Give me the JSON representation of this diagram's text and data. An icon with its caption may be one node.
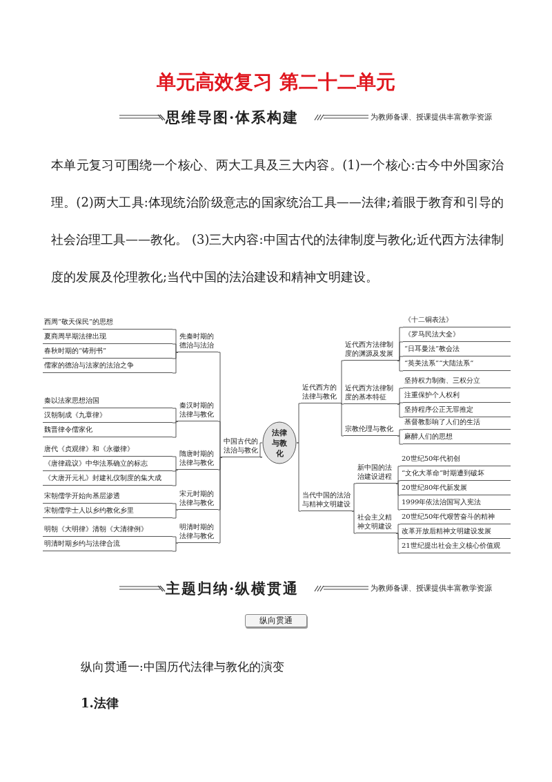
{
  "diagram": {
    "title": "单元高效复习 第二十二单元",
    "nodes": [
      {
        "text": [
          "法律与教化"
        ]
      },
      {
        "text": [
          "中国古代的法治与教化"
        ]
      },
      {
        "text": [
          "先秦时期的德治与法治"
        ]
      },
      {
        "text": [
          "西周“敬天保民”的思想"
        ]
      },
      {
        "text": [
          "夏商周早期法律出现"
        ]
      },
      {
        "text": [
          "春秋时期的“铸刑书”"
        ]
      },
      {
        "text": [
          "儒家的德治与法家的法治之争"
        ]
      },
      {
        "text": [
          "秦汉时期的法律与教化"
        ]
      },
      {
        "text": [
          "秦以法家思想治国"
        ]
      },
      {
        "text": [
          "汉朝制成《九章律》"
        ]
      },
      {
        "text": [
          "魏晋律令儒家化"
        ]
      },
      {
        "text": [
          "隋唐时期的法律与教化"
        ]
      },
      {
        "text": [
          "唐代《贞观律》和《永徽律》"
        ]
      },
      {
        "text": [
          "《唐律疏议》中华法系确立的标志"
        ]
      },
      {
        "text": [
          "《大唐开元礼》封建礼仪制度的集大成"
        ]
      },
      {
        "text": [
          "宋元时期的法律与教化"
        ]
      },
      {
        "text": [
          "宋朝儒学开始向基层渗透"
        ]
      },
      {
        "text": [
          "宋朝儒学士人以乡约教化乡里"
        ]
      },
      {
        "text": [
          "明清时期的法律与教化"
        ]
      },
      {
        "text": [
          "明朝《大明律》清朝《大清律例》"
        ]
      },
      {
        "text": [
          "明清时期乡约与法律合流"
        ]
      },
      {
        "text": [
          "近代西方的法律与教化"
        ]
      },
      {
        "text": [
          "近代西方法律制度的渊源及发展"
        ]
      },
      {
        "text": [
          "《十二铜表法》"
        ]
      },
      {
        "text": [
          "《罗马民法大全》"
        ]
      },
      {
        "text": [
          "“日耳曼法”教会法"
        ]
      },
      {
        "text": [
          "“英美法系”“大陆法系”"
        ]
      },
      {
        "text": [
          "近代西方法律制度的基本特征"
        ]
      },
      {
        "text": [
          "坚持权力制衡、三权分立"
        ]
      },
      {
        "text": [
          "注重保护个人权利"
        ]
      },
      {
        "text": [
          "坚持程序公正无罪推定"
        ]
      },
      {
        "text": [
          "宗教伦理与教化"
        ]
      },
      {
        "text": [
          "基督教影响了人们的生活"
        ]
      },
      {
        "text": [
          "麻醉人们的思想"
        ]
      },
      {
        "text": [
          "当代中国的法治与精神文明建设"
        ]
      },
      {
        "text": [
          "新中国的法治建设进程"
        ]
      },
      {
        "text": [
          "20世纪50年代初创"
        ]
      },
      {
        "text": [
          "“文化大革命”时期遭到破坏"
        ]
      },
      {
        "text": [
          "20世纪80年代新发展"
        ]
      },
      {
        "text": [
          "1999年依法治国写入宪法"
        ]
      },
      {
        "text": [
          "社会主义精神文明建设"
        ]
      },
      {
        "text": [
          "20世纪50年代艰苦奋斗的精神"
        ]
      },
      {
        "text": [
          "改革开放后精神文明建设发展"
        ]
      },
      {
        "text": [
          "21世纪提出社会主义核心价值观"
        ]
      }
    ],
    "edges": [
      {
        "from": 0,
        "to": 1,
        "arrow": "none"
      },
      {
        "from": 1,
        "to": 2,
        "arrow": "none"
      },
      {
        "from": 2,
        "to": 3,
        "arrow": "none"
      },
      {
        "from": 2,
        "to": 4,
        "arrow": "none"
      },
      {
        "from": 2,
        "to": 5,
        "arrow": "none"
      },
      {
        "from": 2,
        "to": 6,
        "arrow": "none"
      },
      {
        "from": 1,
        "to": 7,
        "arrow": "none"
      },
      {
        "from": 7,
        "to": 8,
        "arrow": "none"
      },
      {
        "from": 7,
        "to": 9,
        "arrow": "none"
      },
      {
        "from": 7,
        "to": 10,
        "arrow": "none"
      },
      {
        "from": 1,
        "to": 11,
        "arrow": "none"
      },
      {
        "from": 11,
        "to": 12,
        "arrow": "none"
      },
      {
        "from": 11,
        "to": 13,
        "arrow": "none"
      },
      {
        "from": 11,
        "to": 14,
        "arrow": "none"
      },
      {
        "from": 1,
        "to": 15,
        "arrow": "none"
      },
      {
        "from": 15,
        "to": 16,
        "arrow": "none"
      },
      {
        "from": 15,
        "to": 17,
        "arrow": "none"
      },
      {
        "from": 1,
        "to": 18,
        "arrow": "none"
      },
      {
        "from": 18,
        "to": 19,
        "arrow": "none"
      },
      {
        "from": 18,
        "to": 20,
        "arrow": "none"
      },
      {
        "from": 0,
        "to": 21,
        "arrow": "none"
      },
      {
        "from": 21,
        "to": 22,
        "arrow": "none"
      },
      {
        "from": 22,
        "to": 23,
        "arrow": "none"
      },
      {
        "from": 22,
        "to": 24,
        "arrow": "none"
      },
      {
        "from": 22,
        "to": 25,
        "arrow": "none"
      },
      {
        "from": 22,
        "to": 26,
        "arrow": "none"
      },
      {
        "from": 21,
        "to": 27,
        "arrow": "none"
      },
      {
        "from": 27,
        "to": 28,
        "arrow": "none"
      },
      {
        "from": 27,
        "to": 29,
        "arrow": "none"
      },
      {
        "from": 27,
        "to": 30,
        "arrow": "none"
      },
      {
        "from": 21,
        "to": 31,
        "arrow": "none"
      },
      {
        "from": 31,
        "to": 32,
        "arrow": "none"
      },
      {
        "from": 31,
        "to": 33,
        "arrow": "none"
      },
      {
        "from": 0,
        "to": 34,
        "arrow": "none"
      },
      {
        "from": 34,
        "to": 35,
        "arrow": "none"
      },
      {
        "from": 35,
        "to": 36,
        "arrow": "none"
      },
      {
        "from": 35,
        "to": 37,
        "arrow": "none"
      },
      {
        "from": 35,
        "to": 38,
        "arrow": "none"
      },
      {
        "from": 35,
        "to": 39,
        "arrow": "none"
      },
      {
        "from": 34,
        "to": 40,
        "arrow": "none"
      },
      {
        "from": 40,
        "to": 41,
        "arrow": "none"
      },
      {
        "from": 40,
        "to": 42,
        "arrow": "none"
      },
      {
        "from": 40,
        "to": 43,
        "arrow": "none"
      }
    ],
    "labels": [
      "思维导图·体系构建",
      "为教师备课、授课提供丰富教学资源",
      "本单元复习可围绕一个核心、两大工具及三大内容。(1)一个核心:古今中外国家治理。(2)两大工具:体现统治阶级意志的国家统治工具——法律;着眼于教育和引导的社会治理工具——教化。 (3)三大内容:中国古代的法律制度与教化;近代西方法律制度的发展及伦理教化;当代中国的法治建设和精神文明建设。",
      "主题归纳·纵横贯通",
      "为教师备课、授课提供丰富教学资源",
      "纵向贯通",
      "纵向贯通一:中国历代法律与教化的演变",
      "1.法律"
    ]
  }
}
